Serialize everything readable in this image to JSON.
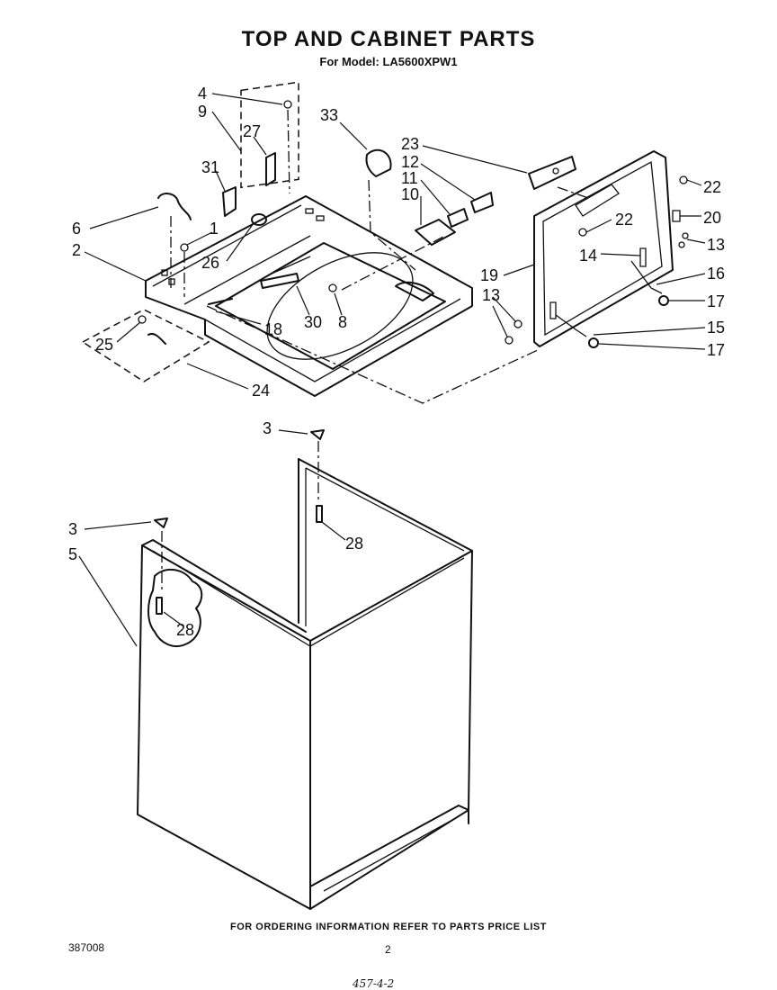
{
  "header": {
    "title": "TOP AND CABINET PARTS",
    "subtitle": "For Model: LA5600XPW1"
  },
  "callouts": [
    {
      "id": "c4",
      "label": "4"
    },
    {
      "id": "c9",
      "label": "9"
    },
    {
      "id": "c27",
      "label": "27"
    },
    {
      "id": "c31",
      "label": "31"
    },
    {
      "id": "c33",
      "label": "33"
    },
    {
      "id": "c23",
      "label": "23"
    },
    {
      "id": "c12",
      "label": "12"
    },
    {
      "id": "c11",
      "label": "11"
    },
    {
      "id": "c10",
      "label": "10"
    },
    {
      "id": "c22a",
      "label": "22"
    },
    {
      "id": "c22b",
      "label": "22"
    },
    {
      "id": "c20",
      "label": "20"
    },
    {
      "id": "c13a",
      "label": "13"
    },
    {
      "id": "c6",
      "label": "6"
    },
    {
      "id": "c1",
      "label": "1"
    },
    {
      "id": "c2",
      "label": "2"
    },
    {
      "id": "c26",
      "label": "26"
    },
    {
      "id": "c14",
      "label": "14"
    },
    {
      "id": "c16",
      "label": "16"
    },
    {
      "id": "c19",
      "label": "19"
    },
    {
      "id": "c17a",
      "label": "17"
    },
    {
      "id": "c13b",
      "label": "13"
    },
    {
      "id": "c15",
      "label": "15"
    },
    {
      "id": "c17b",
      "label": "17"
    },
    {
      "id": "c25",
      "label": "25"
    },
    {
      "id": "c18",
      "label": "18"
    },
    {
      "id": "c30",
      "label": "30"
    },
    {
      "id": "c8",
      "label": "8"
    },
    {
      "id": "c24",
      "label": "24"
    },
    {
      "id": "c3a",
      "label": "3"
    },
    {
      "id": "c28a",
      "label": "28"
    },
    {
      "id": "c3b",
      "label": "3"
    },
    {
      "id": "c5",
      "label": "5"
    },
    {
      "id": "c28b",
      "label": "28"
    }
  ],
  "footer": {
    "note": "FOR ORDERING INFORMATION REFER TO PARTS PRICE LIST",
    "doc_number": "387008",
    "page_number": "2",
    "handwritten": "457-4-2"
  }
}
